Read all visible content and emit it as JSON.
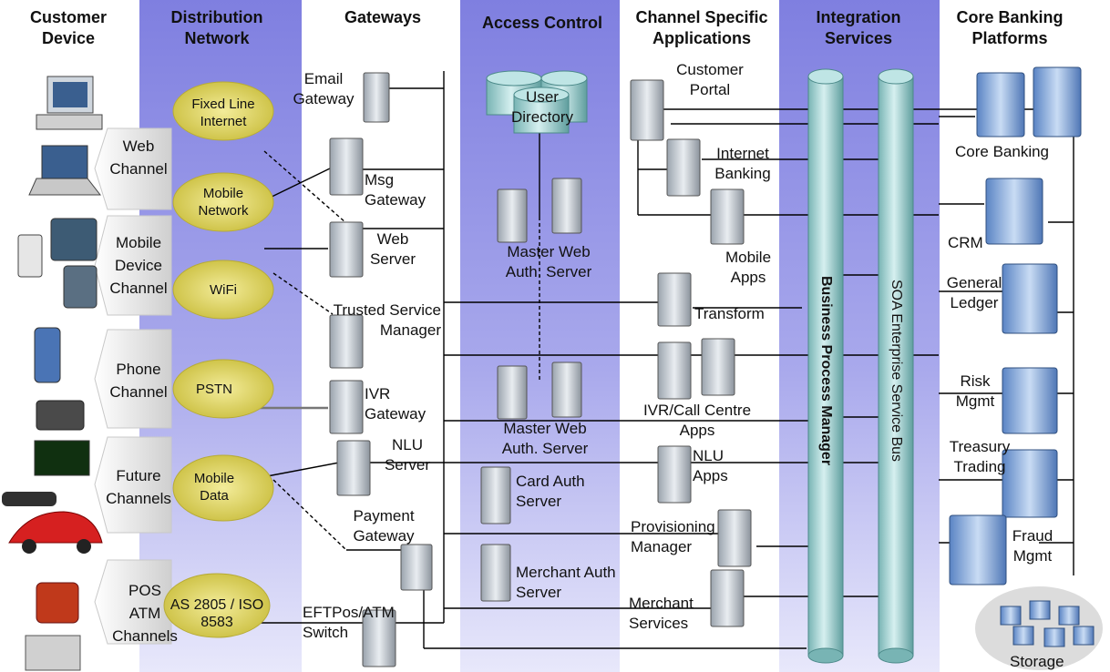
{
  "headers": {
    "customer_device": "Customer Device",
    "distribution_network": "Distribution Network",
    "gateways": "Gateways",
    "access_control": "Access Control",
    "channel_specific_applications": "Channel Specific Applications",
    "integration_services": "Integration Services",
    "core_banking_platforms": "Core Banking Platforms"
  },
  "channels": {
    "web": "Web Channel",
    "mobile": "Mobile Device Channel",
    "phone": "Phone Channel",
    "future": "Future Channels",
    "pos": "POS ATM Channels"
  },
  "networks": {
    "fixed_line": "Fixed Line Internet",
    "mobile_network": "Mobile Network",
    "wifi": "WiFi",
    "pstn": "PSTN",
    "mobile_data": "Mobile Data",
    "as2805": "AS 2805 / ISO 8583"
  },
  "gateways": {
    "email": "Email Gateway",
    "msg": "Msg Gateway",
    "web_server": "Web Server",
    "tsm": "Trusted Service Manager",
    "ivr": "IVR Gateway",
    "nlu": "NLU Server",
    "payment": "Payment Gateway",
    "eftpos": "EFTPos/ATM Switch"
  },
  "access": {
    "user_directory": "User Directory",
    "master_web_1": "Master Web Auth. Server",
    "master_web_2": "Master Web Auth. Server",
    "card_auth": "Card Auth Server",
    "merchant_auth": "Merchant Auth Server"
  },
  "apps": {
    "customer_portal": "Customer Portal",
    "internet_banking": "Internet Banking",
    "mobile_apps": "Mobile Apps",
    "transform": "Transform",
    "ivr_apps": "IVR/Call Centre Apps",
    "nlu_apps": "NLU Apps",
    "provisioning": "Provisioning Manager",
    "merchant_services": "Merchant Services"
  },
  "integration": {
    "bpm": "Business Process Manager",
    "esb": "SOA Enterprise Service Bus"
  },
  "core": {
    "core_banking": "Core Banking",
    "crm": "CRM",
    "general_ledger": "General Ledger",
    "risk": "Risk Mgmt",
    "treasury": "Treasury Trading",
    "fraud": "Fraud Mgmt",
    "storage": "Storage"
  }
}
